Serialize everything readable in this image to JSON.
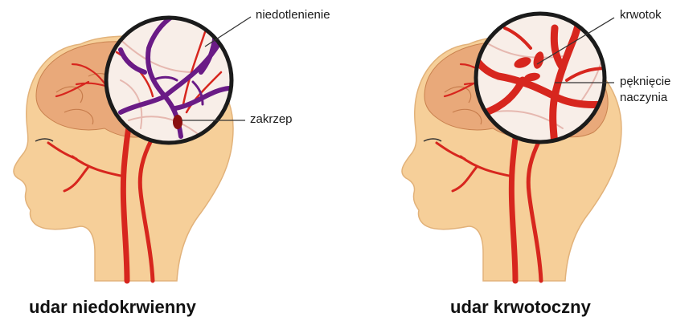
{
  "ischemic": {
    "caption": "udar niedokrwienny",
    "label_hypoxia": "niedotlenienie",
    "label_clot": "zakrzep"
  },
  "hemorrhagic": {
    "caption": "udar krwotoczny",
    "label_bleed": "krwotok",
    "label_rupture_line1": "pęknięcie",
    "label_rupture_line2": "naczynia"
  },
  "colors": {
    "skin": "#f6cf99",
    "brain": "#e9a97a",
    "artery": "#d7261e",
    "ischemic_vessel": "#6a1b86",
    "lens_rim": "#1b1b1b",
    "lens_fill": "#f8eee8"
  },
  "icons": {
    "ischemic_head": "head-brain-ischemic-icon",
    "hemorrhagic_head": "head-brain-hemorrhagic-icon",
    "magnifier_clot": "magnifier-clot-icon",
    "magnifier_bleed": "magnifier-bleed-icon"
  }
}
